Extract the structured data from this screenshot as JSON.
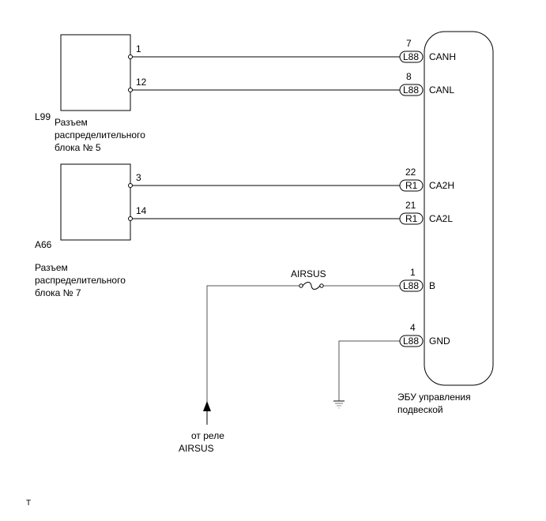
{
  "diagram": {
    "components": {
      "junction_block_5": {
        "code": "L99",
        "name_lines": [
          "Разъем",
          "распределительного",
          "блока № 5"
        ],
        "pins": [
          "1",
          "12"
        ]
      },
      "junction_block_7": {
        "code": "A66",
        "name_lines": [
          "Разъем",
          "распределительного",
          "блока № 7"
        ],
        "pins": [
          "3",
          "14"
        ]
      },
      "ecu": {
        "name_lines": [
          "ЭБУ управления",
          "подвеской"
        ],
        "terminals": [
          {
            "pin": "7",
            "connector": "L88",
            "signal": "CANH"
          },
          {
            "pin": "8",
            "connector": "L88",
            "signal": "CANL"
          },
          {
            "pin": "22",
            "connector": "R1",
            "signal": "CA2H"
          },
          {
            "pin": "21",
            "connector": "R1",
            "signal": "CA2L"
          },
          {
            "pin": "1",
            "connector": "L88",
            "signal": "B"
          },
          {
            "pin": "4",
            "connector": "L88",
            "signal": "GND"
          }
        ]
      }
    },
    "fuse_label": "AIRSUS",
    "source_lines": [
      "от реле",
      "AIRSUS"
    ],
    "footer_mark": "T"
  }
}
